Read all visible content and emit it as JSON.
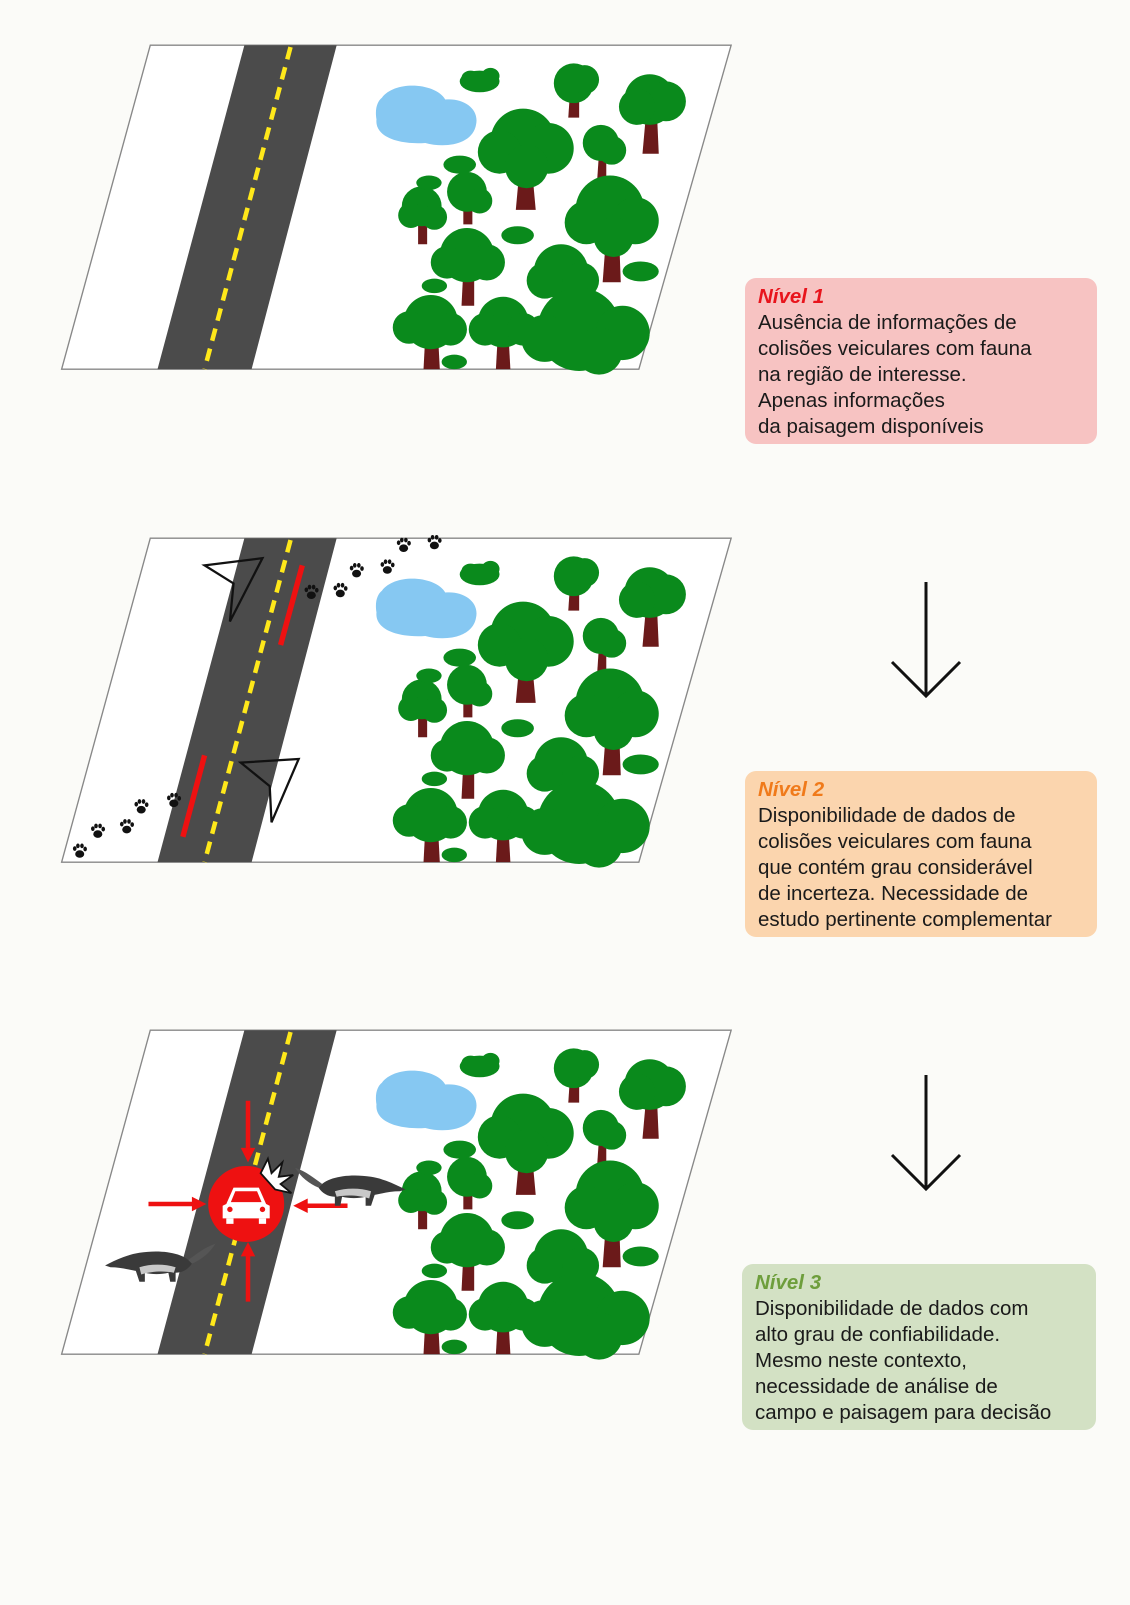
{
  "levels": [
    {
      "title": "Nível 1",
      "title_color": "#e8141c",
      "box_color": "#f7c3c2",
      "lines": [
        "Ausência de informações de",
        "colisões veiculares com fauna",
        "na região de interesse.",
        "Apenas informações",
        "da paisagem disponíveis"
      ]
    },
    {
      "title": "Nível 2",
      "title_color": "#f07a1a",
      "box_color": "#fbd5ae",
      "lines": [
        "Disponibilidade de dados de",
        "colisões veiculares com fauna",
        "que contém grau considerável",
        "de incerteza. Necessidade de",
        "estudo pertinente complementar"
      ]
    },
    {
      "title": "Nível 3",
      "title_color": "#6e9e3c",
      "box_color": "#d3e1c4",
      "lines": [
        "Disponibilidade de dados com",
        "alto grau de confiabilidade.",
        "Mesmo neste contexto,",
        "necessidade de análise de",
        "campo e paisagem para decisão"
      ]
    }
  ],
  "colors": {
    "road": "#4b4b4b",
    "center_line": "#ffe81a",
    "tree_foliage": "#0a8a1c",
    "tree_trunk": "#6b1a1a",
    "lake": "#86c8f2",
    "collision": "#ee1111"
  },
  "icons": [
    "paw-print-icon",
    "car-icon",
    "anteater-icon",
    "down-arrow-icon",
    "road-kill-marker-icon"
  ]
}
